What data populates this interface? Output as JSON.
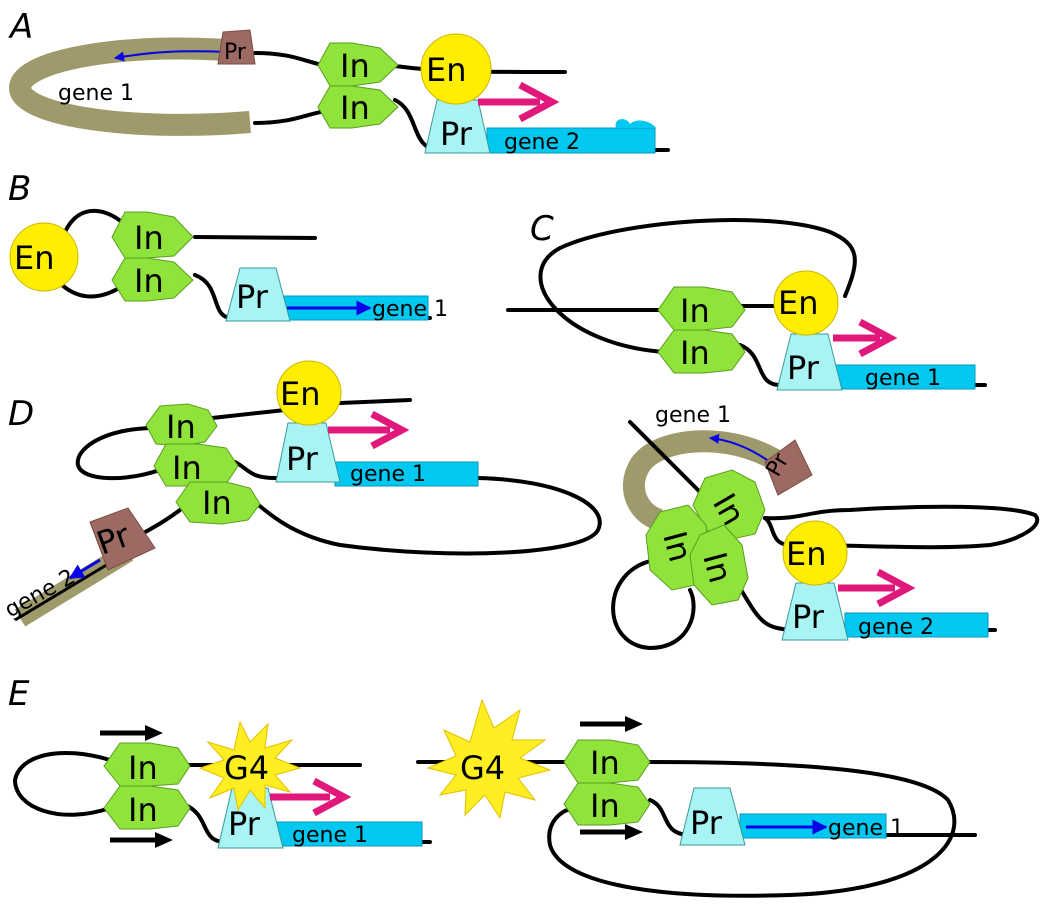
{
  "labels": {
    "panel_a": "A",
    "panel_b": "B",
    "panel_c": "C",
    "panel_d": "D",
    "panel_e": "E",
    "insulator": "In",
    "enhancer": "En",
    "promoter": "Pr",
    "g4": "G4",
    "gene1": "gene 1",
    "gene2": "gene 2"
  },
  "colors": {
    "insulator": "#8fe33a",
    "enhancer": "#ffee00",
    "promoter_active": "#a8f4f4",
    "promoter_other": "#9c6a62",
    "gene_box": "#00c8f0",
    "gene_strand": "#9e9a6c",
    "activation_arrow": "#e0187a",
    "transcript_arrow": "#0a00e8",
    "g4_burst": "#ffee22"
  }
}
